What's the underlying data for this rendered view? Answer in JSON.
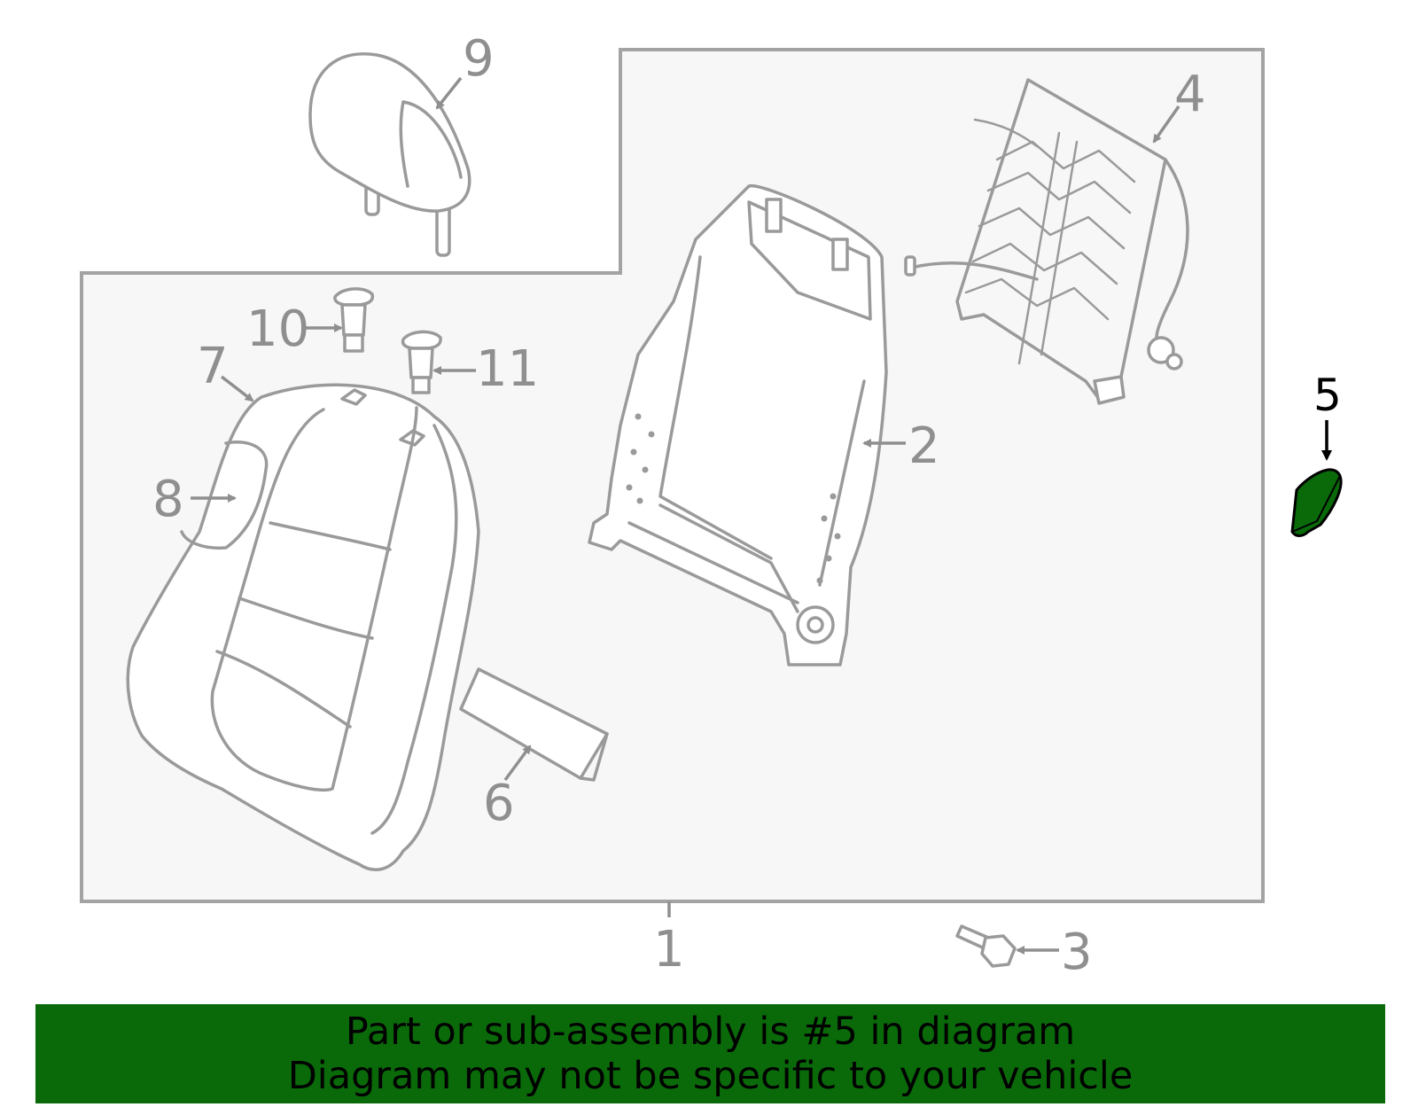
{
  "callouts": {
    "c1": "1",
    "c2": "2",
    "c3": "3",
    "c4": "4",
    "c5": "5",
    "c6": "6",
    "c7": "7",
    "c8": "8",
    "c9": "9",
    "c10": "10",
    "c11": "11"
  },
  "highlight": {
    "part_number": "5",
    "color": "#0a6a0a"
  },
  "banner": {
    "line1": "Part or sub-assembly is #5 in diagram",
    "line2": "Diagram may not be specific to your vehicle",
    "background": "#0a6a0a"
  }
}
